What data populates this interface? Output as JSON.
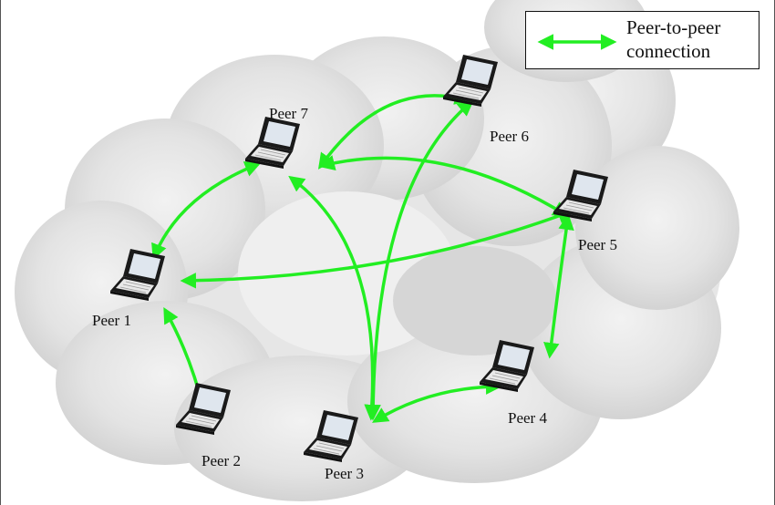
{
  "legend": {
    "line1": "Peer-to-peer",
    "line2": "connection",
    "color": "#22ee22"
  },
  "peers": [
    {
      "id": "peer1",
      "label": "Peer 1"
    },
    {
      "id": "peer2",
      "label": "Peer 2"
    },
    {
      "id": "peer3",
      "label": "Peer 3"
    },
    {
      "id": "peer4",
      "label": "Peer 4"
    },
    {
      "id": "peer5",
      "label": "Peer 5"
    },
    {
      "id": "peer6",
      "label": "Peer 6"
    },
    {
      "id": "peer7",
      "label": "Peer 7"
    }
  ],
  "connections": [
    {
      "from": "peer1",
      "to": "peer7"
    },
    {
      "from": "peer1",
      "to": "peer2"
    },
    {
      "from": "peer1",
      "to": "peer5"
    },
    {
      "from": "peer7",
      "to": "peer6"
    },
    {
      "from": "peer7",
      "to": "peer5"
    },
    {
      "from": "peer7",
      "to": "peer3"
    },
    {
      "from": "peer6",
      "to": "peer3"
    },
    {
      "from": "peer3",
      "to": "peer4"
    },
    {
      "from": "peer4",
      "to": "peer5"
    }
  ],
  "colors": {
    "connection": "#22ee22",
    "cloud": "#d9d9d9",
    "laptop_body": "#1a1a1a",
    "laptop_screen": "#dfe6ee"
  },
  "icons": {
    "peer": "laptop-icon",
    "legend": "double-arrow-icon"
  }
}
